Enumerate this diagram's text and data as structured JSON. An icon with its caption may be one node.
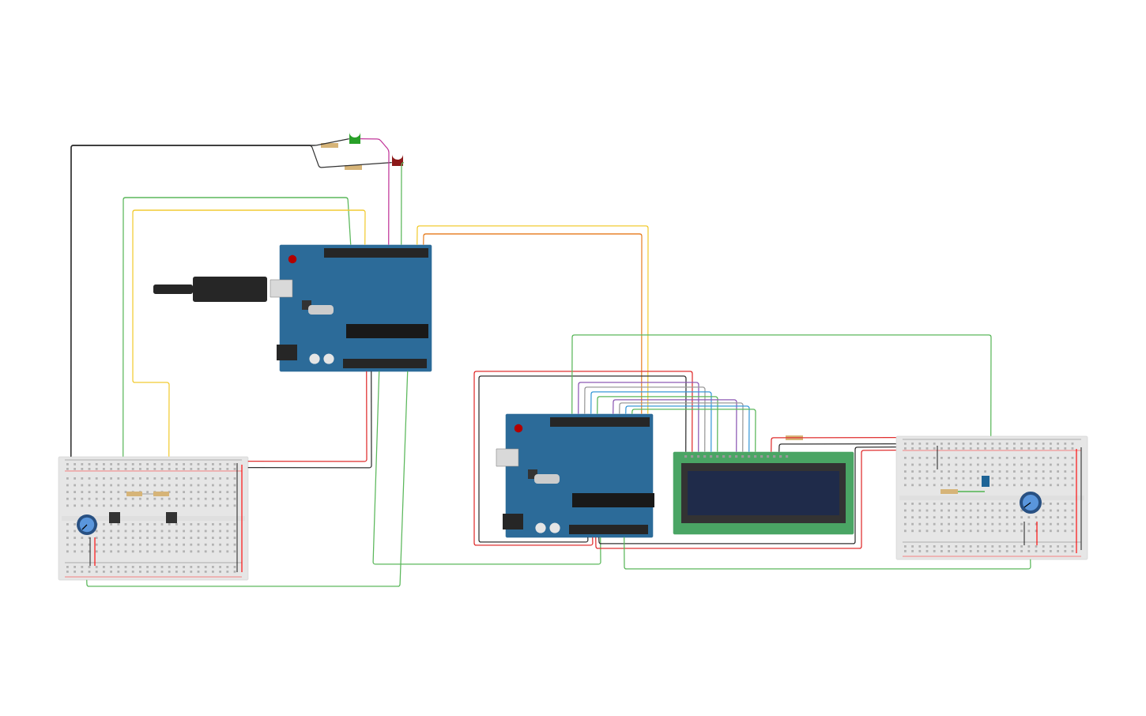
{
  "diagram": {
    "nodes": [
      {
        "text": [],
        "shape": "picture"
      },
      {
        "text": [],
        "shape": "picture"
      },
      {
        "text": [],
        "shape": "picture"
      },
      {
        "text": [],
        "shape": "picture"
      },
      {
        "text": [],
        "shape": "picture"
      },
      {
        "text": [],
        "shape": "picture"
      },
      {
        "text": [],
        "shape": "picture"
      }
    ],
    "edges": [
      {
        "from": 0,
        "to": 2,
        "arrow": "none",
        "color": "#333333"
      },
      {
        "from": 0,
        "to": 3,
        "arrow": "none",
        "color": "#333333"
      },
      {
        "from": 1,
        "to": 2,
        "arrow": "none",
        "color": "#c2399b"
      },
      {
        "from": 1,
        "to": 3,
        "arrow": "none",
        "color": "#5cb85c"
      },
      {
        "from": 1,
        "to": 0,
        "arrow": "none",
        "color": "#5cb85c"
      },
      {
        "from": 1,
        "to": 0,
        "arrow": "none",
        "color": "#f2cc35"
      },
      {
        "from": 1,
        "to": 0,
        "arrow": "none",
        "color": "#e03030"
      },
      {
        "from": 1,
        "to": 0,
        "arrow": "none",
        "color": "#333333"
      },
      {
        "from": 1,
        "to": 0,
        "arrow": "none",
        "color": "#5cb85c"
      },
      {
        "from": 1,
        "to": 4,
        "arrow": "none",
        "color": "#5cb85c"
      },
      {
        "from": 1,
        "to": 4,
        "arrow": "none",
        "color": "#f2cc35"
      },
      {
        "from": 1,
        "to": 4,
        "arrow": "none",
        "color": "#e8842c"
      },
      {
        "from": 4,
        "to": 5,
        "arrow": "none",
        "color": "#e03030"
      },
      {
        "from": 4,
        "to": 5,
        "arrow": "none",
        "color": "#333333"
      },
      {
        "from": 4,
        "to": 5,
        "arrow": "none",
        "color": "#8e5bb5"
      },
      {
        "from": 4,
        "to": 5,
        "arrow": "none",
        "color": "#9a9a9a"
      },
      {
        "from": 4,
        "to": 5,
        "arrow": "none",
        "color": "#3a9ad9"
      },
      {
        "from": 4,
        "to": 5,
        "arrow": "none",
        "color": "#5cb85c"
      },
      {
        "from": 4,
        "to": 5,
        "arrow": "none",
        "color": "#8e5bb5"
      },
      {
        "from": 4,
        "to": 5,
        "arrow": "none",
        "color": "#9a9a9a"
      },
      {
        "from": 4,
        "to": 5,
        "arrow": "none",
        "color": "#3a9ad9"
      },
      {
        "from": 4,
        "to": 5,
        "arrow": "none",
        "color": "#5cb85c"
      },
      {
        "from": 5,
        "to": 6,
        "arrow": "none",
        "color": "#e03030"
      },
      {
        "from": 5,
        "to": 6,
        "arrow": "none",
        "color": "#333333"
      },
      {
        "from": 4,
        "to": 6,
        "arrow": "none",
        "color": "#e03030"
      },
      {
        "from": 4,
        "to": 6,
        "arrow": "none",
        "color": "#333333"
      },
      {
        "from": 4,
        "to": 6,
        "arrow": "none",
        "color": "#5cb85c"
      },
      {
        "from": 4,
        "to": 6,
        "arrow": "none",
        "color": "#5cb85c"
      }
    ]
  }
}
